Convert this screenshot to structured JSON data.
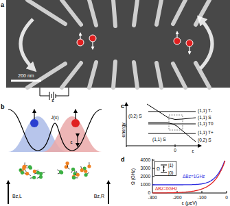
{
  "diagram": {
    "nodes": [
      {
        "text": [
          "|1⟩",
          "|0⟩",
          "Ω"
        ]
      }
    ],
    "labels": [
      "a",
      "200 nm",
      "ε",
      "b",
      "J(ε)",
      "ε",
      "Bz,L",
      "Bz,R",
      "c",
      "energy",
      "(0,2) S",
      "(1,1) T-",
      "(1,1) S",
      "(1,1) T0",
      "(1,1) S",
      "(1,1) T+",
      "(0,2) S",
      "0",
      "ε",
      "d",
      "Ω (GHz)",
      "4000",
      "3000",
      "2000",
      "1000",
      "0",
      "-300",
      "-200",
      "-100",
      "0",
      "ε (μeV)",
      "ΔBz=1GHz",
      "ΔBz=0GHz"
    ]
  }
}
